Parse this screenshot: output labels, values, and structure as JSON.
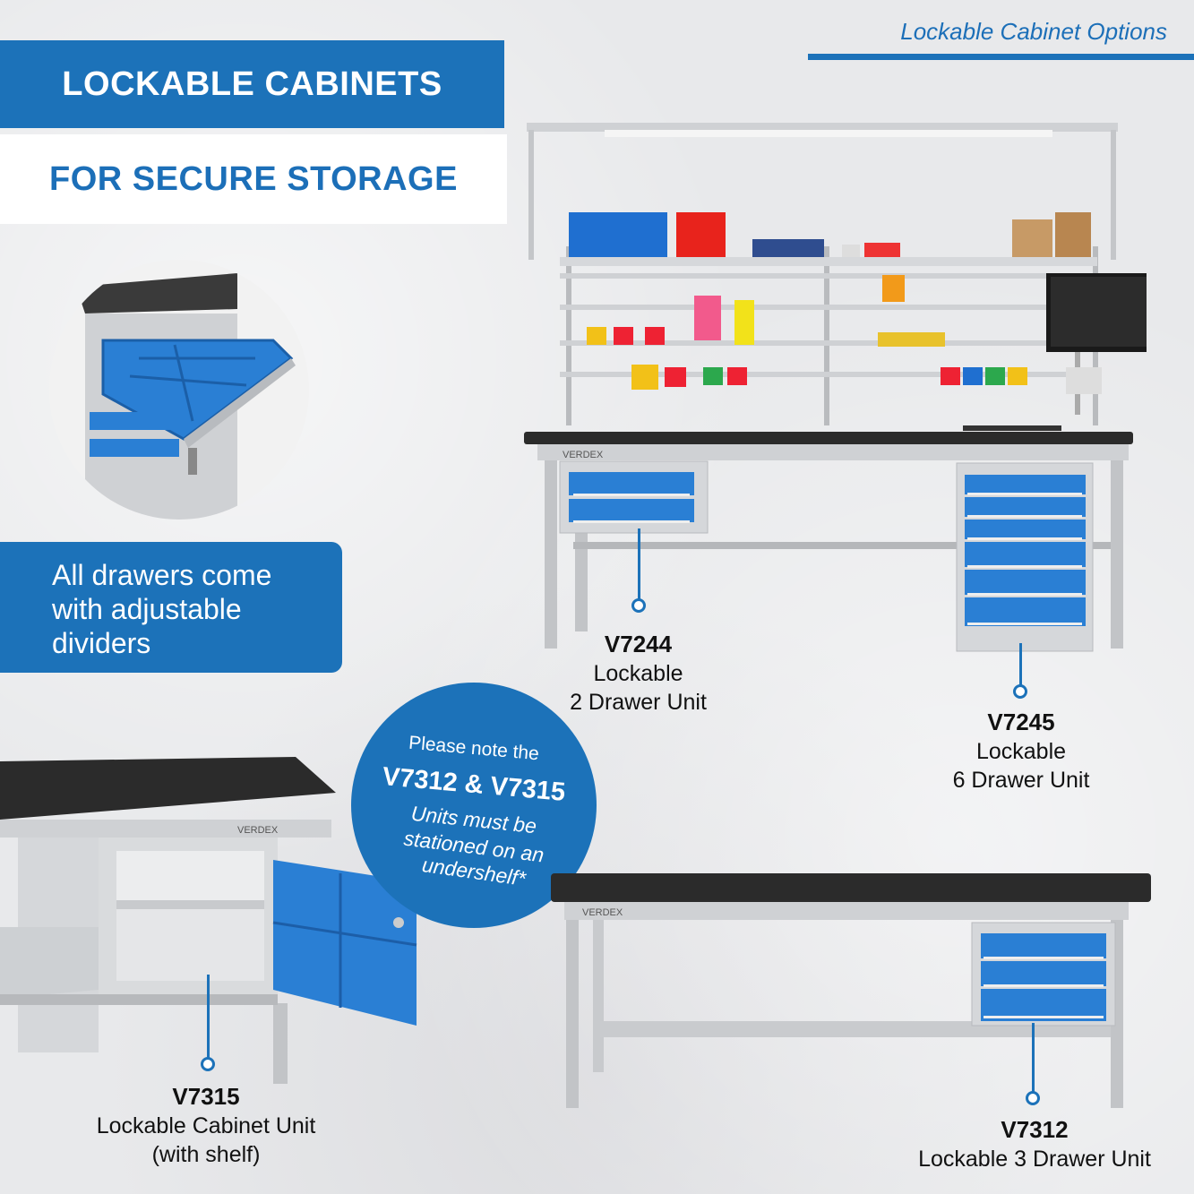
{
  "header": {
    "title_line1": "LOCKABLE CABINETS",
    "title_line2": "FOR SECURE STORAGE",
    "top_right": "Lockable Cabinet Options"
  },
  "drawer_note": {
    "line1": "All drawers come",
    "line2": "with adjustable",
    "line3": "dividers"
  },
  "notice": {
    "line1": "Please note the",
    "line2": "V7312 & V7315",
    "line3": "Units must be",
    "line4": "stationed on an",
    "line5": "undershelf*"
  },
  "brand": "VERDEX",
  "products": [
    {
      "code": "V7244",
      "line1": "Lockable",
      "line2": "2 Drawer Unit"
    },
    {
      "code": "V7245",
      "line1": "Lockable",
      "line2": "6 Drawer Unit"
    },
    {
      "code": "V7315",
      "line1": "Lockable Cabinet Unit",
      "line2": "(with shelf)"
    },
    {
      "code": "V7312",
      "line1": "Lockable 3 Drawer Unit"
    }
  ],
  "colors": {
    "brand_blue": "#1c72b9",
    "drawer_blue": "#2a7fd4",
    "frame_grey": "#c9cbce",
    "top_black": "#2b2b2b"
  }
}
